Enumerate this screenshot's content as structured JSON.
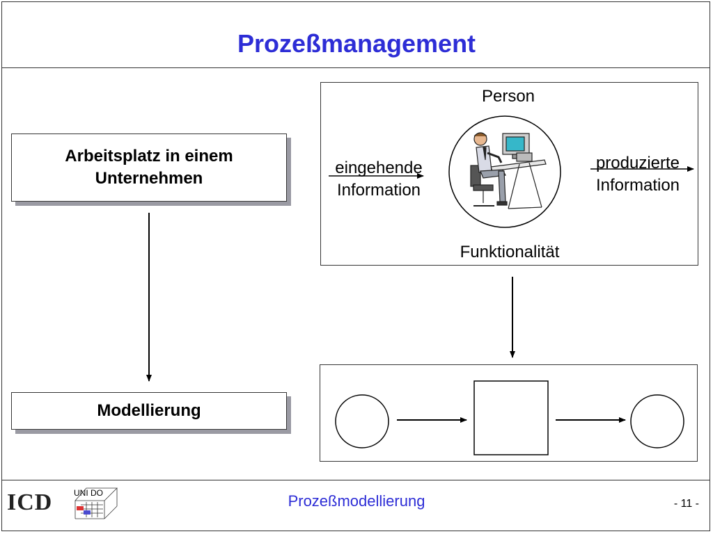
{
  "slide": {
    "title": "Prozeßmanagement",
    "footer": "Prozeßmodellierung",
    "page_number": "- 11 -"
  },
  "left": {
    "top_box": [
      "Arbeitsplatz in einem",
      "Unternehmen"
    ],
    "bottom_box": "Modellierung"
  },
  "right": {
    "person_label": "Person",
    "function_label": "Funktionalität",
    "input_label": [
      "eingehende",
      "Information"
    ],
    "output_label": [
      "produzierte",
      "Information"
    ]
  },
  "logos": {
    "icd": "ICD",
    "unido": "UNI DO"
  },
  "colors": {
    "title": "#2d2dd6",
    "shadow": "#9a9aa3"
  }
}
